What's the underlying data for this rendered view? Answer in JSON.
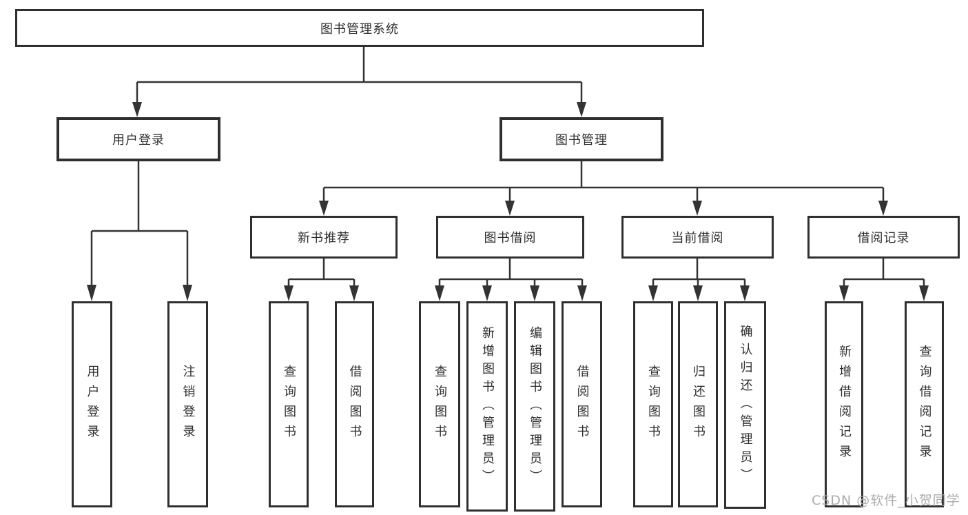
{
  "page": {
    "background": "#ffffff",
    "line_color": "#333333",
    "box_border_color": "#2f2f2f",
    "watermark_color": "#a5a5a5"
  },
  "tree": {
    "root": {
      "label": "图书管理系统",
      "children": [
        {
          "label": "用户登录",
          "children": [
            {
              "label": "用户登录"
            },
            {
              "label": "注销登录"
            }
          ]
        },
        {
          "label": "图书管理",
          "children": [
            {
              "label": "新书推荐",
              "children": [
                {
                  "label": "查询图书"
                },
                {
                  "label": "借阅图书"
                }
              ]
            },
            {
              "label": "图书借阅",
              "children": [
                {
                  "label": "查询图书"
                },
                {
                  "label": "新增图书（管理员）"
                },
                {
                  "label": "编辑图书（管理员）"
                },
                {
                  "label": "借阅图书"
                }
              ]
            },
            {
              "label": "当前借阅",
              "children": [
                {
                  "label": "查询图书"
                },
                {
                  "label": "归还图书"
                },
                {
                  "label": "确认归还（管理员）"
                }
              ]
            },
            {
              "label": "借阅记录",
              "children": [
                {
                  "label": "新增借阅记录"
                },
                {
                  "label": "查询借阅记录"
                }
              ]
            }
          ]
        }
      ]
    },
    "watermark": "CSDN @软件_小贺同学"
  }
}
